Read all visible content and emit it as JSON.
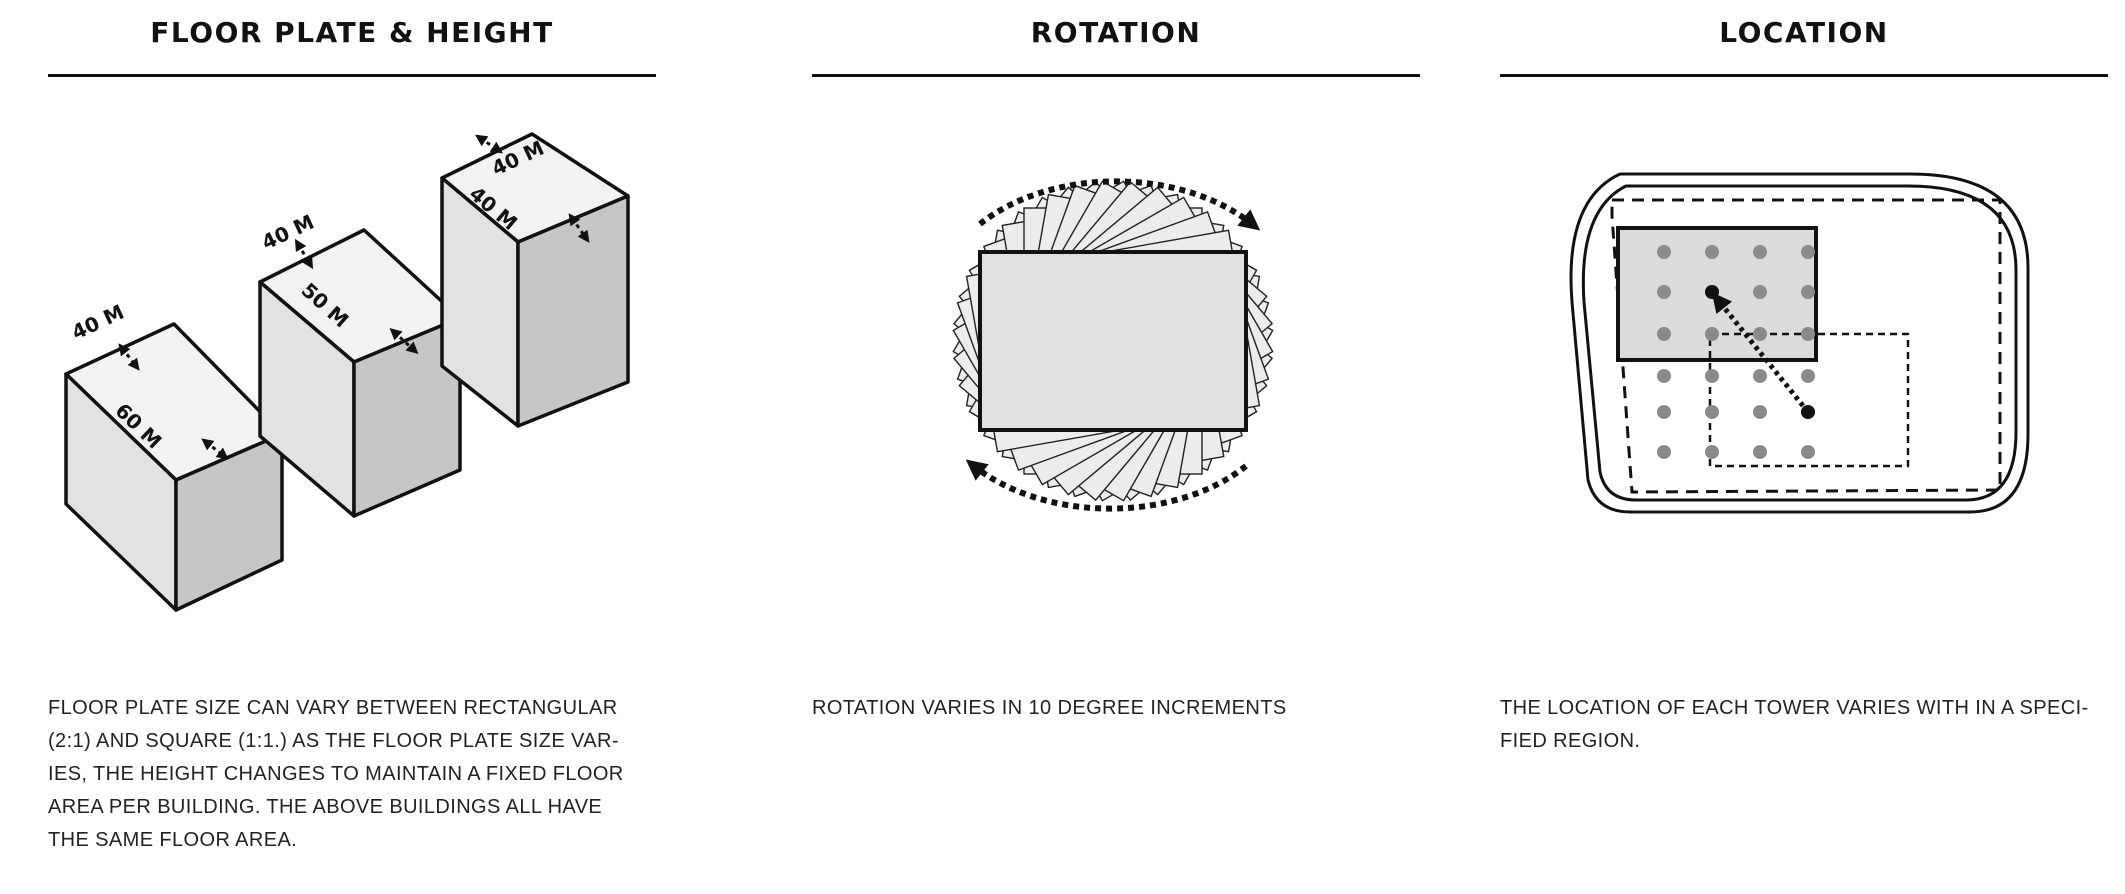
{
  "panels": [
    {
      "title": "FLOOR PLATE & HEIGHT",
      "caption_lines": [
        "FLOOR PLATE SIZE CAN VARY BETWEEN RECTANGULAR",
        "(2:1) AND SQUARE (1:1.) AS THE FLOOR PLATE SIZE VAR-",
        "IES, THE HEIGHT CHANGES TO MAINTAIN A FIXED FLOOR",
        "AREA PER BUILDING. THE ABOVE BUILDINGS ALL HAVE",
        "THE SAME FLOOR AREA."
      ],
      "buildings": [
        {
          "width_label": "40 M",
          "depth_label": "60 M"
        },
        {
          "width_label": "40 M",
          "depth_label": "50 M"
        },
        {
          "width_label": "40 M",
          "depth_label": "40 M"
        }
      ]
    },
    {
      "title": "ROTATION",
      "caption_lines": [
        "ROTATION VARIES IN 10 DEGREE INCREMENTS"
      ]
    },
    {
      "title": "LOCATION",
      "caption_lines": [
        "THE LOCATION OF EACH TOWER VARIES WITH IN A SPECI-",
        "FIED REGION."
      ]
    }
  ],
  "colors": {
    "face_light": "#e6e6e6",
    "face_dark": "#c8c8c8",
    "stroke": "#111111",
    "grid_dot": "#8a8a8a"
  }
}
